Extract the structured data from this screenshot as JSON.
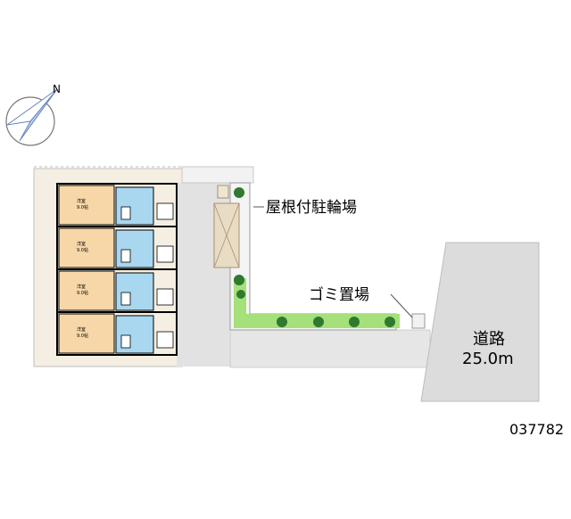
{
  "compass": {
    "north_letter": "N",
    "icon": "compass-north-icon"
  },
  "labels": {
    "bicycle_parking": "屋根付駐輪場",
    "garbage_area": "ゴミ置場",
    "road_name": "道路",
    "road_width": "25.0m",
    "property_code": "037782"
  },
  "units": {
    "room_text_1": "洋室",
    "room_text_2": "9.0帖"
  },
  "colors": {
    "lot": "#f4efe2",
    "room": "#f7d7a8",
    "wetroom": "#a9d7f0",
    "paving": "#e2e2e2",
    "road": "#dcdcdc",
    "green": "#a5e07a",
    "tree": "#2f7a2f"
  }
}
